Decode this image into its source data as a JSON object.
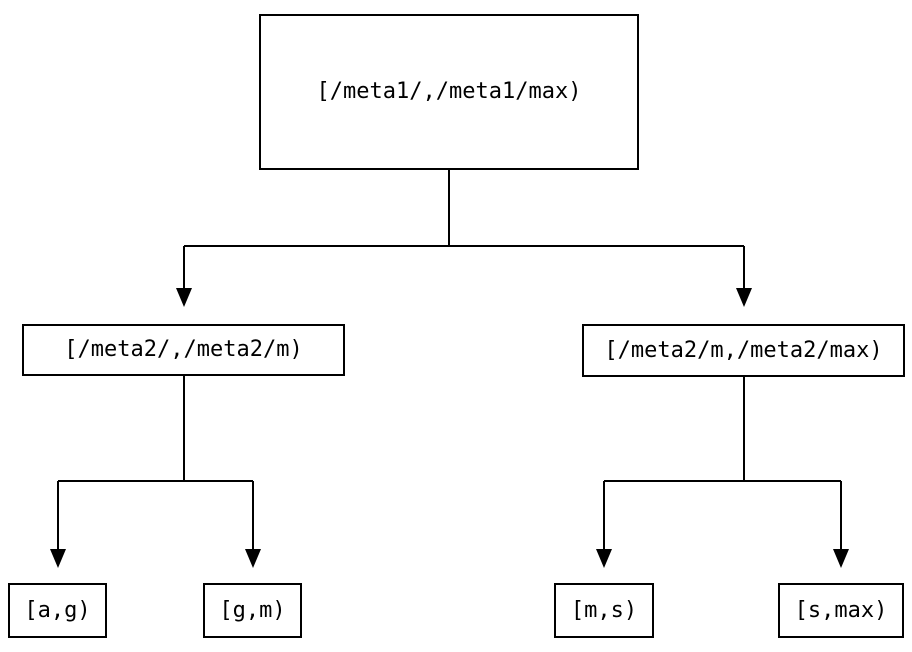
{
  "diagram": {
    "type": "tree",
    "background_color": "#ffffff",
    "line_color": "#000000",
    "text_color": "#000000",
    "nodes": {
      "root": {
        "label": "[/meta1/,/meta1/max)"
      },
      "meta2_low": {
        "label": "[/meta2/,/meta2/m)"
      },
      "meta2_high": {
        "label": "[/meta2/m,/meta2/max)"
      },
      "leaf_ag": {
        "label": "[a,g)"
      },
      "leaf_gm": {
        "label": "[g,m)"
      },
      "leaf_ms": {
        "label": "[m,s)"
      },
      "leaf_smax": {
        "label": "[s,max)"
      }
    },
    "edges": [
      {
        "from": "root",
        "to": "meta2_low"
      },
      {
        "from": "root",
        "to": "meta2_high"
      },
      {
        "from": "meta2_low",
        "to": "leaf_ag"
      },
      {
        "from": "meta2_low",
        "to": "leaf_gm"
      },
      {
        "from": "meta2_high",
        "to": "leaf_ms"
      },
      {
        "from": "meta2_high",
        "to": "leaf_smax"
      }
    ]
  }
}
